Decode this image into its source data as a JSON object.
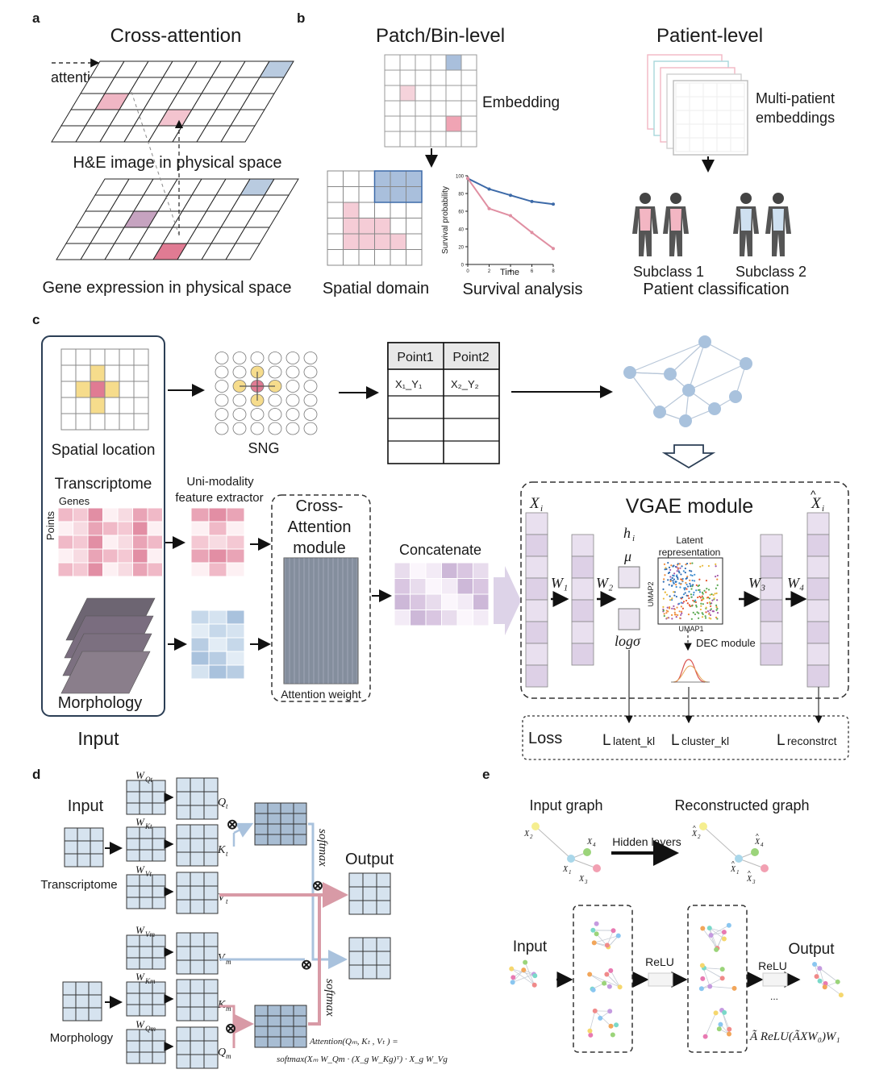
{
  "panels": {
    "a": {
      "letter": "a",
      "title": "Cross-attention",
      "attention_label": "attention",
      "top_plane_label": "H&E image in physical space",
      "bottom_plane_label": "Gene expression in physical space"
    },
    "b": {
      "letter": "b",
      "patch_title": "Patch/Bin-level",
      "embedding_label": "Embedding",
      "spatial_domain_label": "Spatial domain",
      "survival_label": "Survival analysis",
      "patient_title": "Patient-level",
      "multi_patient_label_line1": "Multi-patient",
      "multi_patient_label_line2": "embeddings",
      "subclass1": "Subclass 1",
      "subclass2": "Subclass 2",
      "patient_classification": "Patient classification",
      "survival_chart": {
        "ylabel": "Survival probability",
        "xlabel": "Time",
        "yticks": [
          "0",
          "20",
          "40",
          "60",
          "80",
          "100"
        ],
        "xticks": [
          "0",
          "2",
          "4",
          "6",
          "8"
        ],
        "ylim": [
          0,
          100
        ],
        "xlim": [
          0,
          8
        ],
        "series": [
          {
            "color": "#3d6aa8",
            "points": [
              [
                0,
                97
              ],
              [
                2,
                85
              ],
              [
                4,
                78
              ],
              [
                6,
                71
              ],
              [
                8,
                68
              ]
            ]
          },
          {
            "color": "#e08fa2",
            "points": [
              [
                0,
                97
              ],
              [
                2,
                63
              ],
              [
                4,
                55
              ],
              [
                6,
                36
              ],
              [
                8,
                18
              ]
            ]
          }
        ]
      }
    },
    "c": {
      "letter": "c",
      "spatial_location": "Spatial location",
      "sng": "SNG",
      "table_headers": [
        "Point1",
        "Point2"
      ],
      "table_row1": [
        "X₁_Y₁",
        "X₂_Y₂"
      ],
      "transcriptome": "Transcriptome",
      "genes": "Genes",
      "points": "Points",
      "uni_modality_line1": "Uni-modality",
      "uni_modality_line2": "feature extractor",
      "cross_attention_line1": "Cross-",
      "cross_attention_line2": "Attention",
      "cross_attention_line3": "module",
      "attention_weight": "Attention weight",
      "concatenate": "Concatenate",
      "morphology": "Morphology",
      "input": "Input",
      "vgae_title": "VGAE module",
      "x_i": "X",
      "x_i_sub": "i",
      "w1": "W₁",
      "w2": "W₂",
      "w3": "W₃",
      "w4": "W₄",
      "h_i": "h",
      "mu": "μ",
      "logsigma": "logσ",
      "latent_line1": "Latent",
      "latent_line2": "representation",
      "umap1": "UMAP1",
      "umap2": "UMAP2",
      "dec_module": "DEC module",
      "loss": "Loss",
      "l_latent": "latent_kl",
      "l_cluster": "cluster_kl",
      "l_recon": "reconstrct",
      "l_letter": "L"
    },
    "d": {
      "letter": "d",
      "input": "Input",
      "transcriptome": "Transcriptome",
      "morphology": "Morphology",
      "output": "Output",
      "softmax": "softmax",
      "wq_t": "W",
      "wq_t_sub": "Qt",
      "wk_t_sub": "Kt",
      "wv_t_sub": "Vt",
      "wv_m_sub": "Vm",
      "wk_m_sub": "Km",
      "wq_m_sub": "Qm",
      "q_t": "Q",
      "q_t_sub": "t",
      "k_t_sub": "t",
      "v_t_sub": "t",
      "v_m_sub": "m",
      "k_m_sub": "m",
      "q_m_sub": "m",
      "formula_line1": "Attention(Qₘ, Kₜ , Vₜ )  =",
      "formula_line2": "softmax(Xₘ W_Qm · (X_g W_Kg)ᵀ) · X_g  W_Vg"
    },
    "e": {
      "letter": "e",
      "input_graph": "Input graph",
      "reconstructed_graph": "Reconstructed graph",
      "hidden_layers": "Hidden layers",
      "input": "Input",
      "output": "Output",
      "relu": "ReLU",
      "ellipsis": "...",
      "formula": "Ã ReLU(ÃXW₀)W₁"
    }
  }
}
